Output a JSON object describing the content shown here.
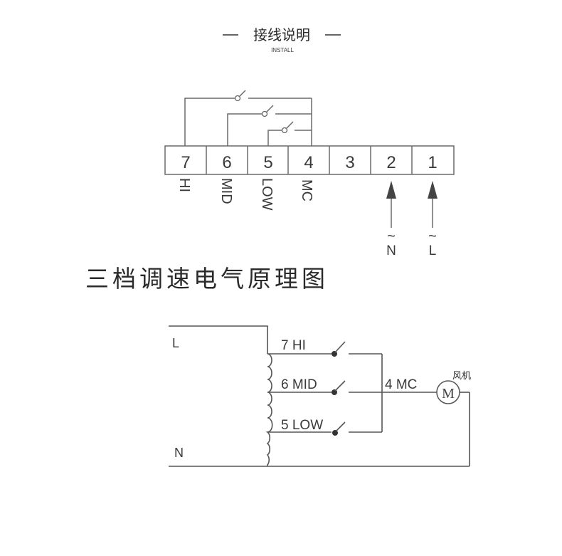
{
  "header": {
    "title": "接线说明",
    "subtitle": "INSTALL",
    "dash": "—"
  },
  "terminal_block": {
    "terminals": [
      "7",
      "6",
      "5",
      "4",
      "3",
      "2",
      "1"
    ],
    "labels": {
      "t7": "HI",
      "t6": "MID",
      "t5": "LOW",
      "t4": "MC"
    },
    "inputs": [
      {
        "tilde": "~",
        "label": "N"
      },
      {
        "tilde": "~",
        "label": "L"
      }
    ]
  },
  "section_title": "三档调速电气原理图",
  "schematic": {
    "line_L": "L",
    "line_N": "N",
    "taps": [
      "7 HI",
      "6 MID",
      "5 LOW"
    ],
    "common": "4 MC",
    "motor_symbol": "M",
    "motor_label": "风机"
  }
}
